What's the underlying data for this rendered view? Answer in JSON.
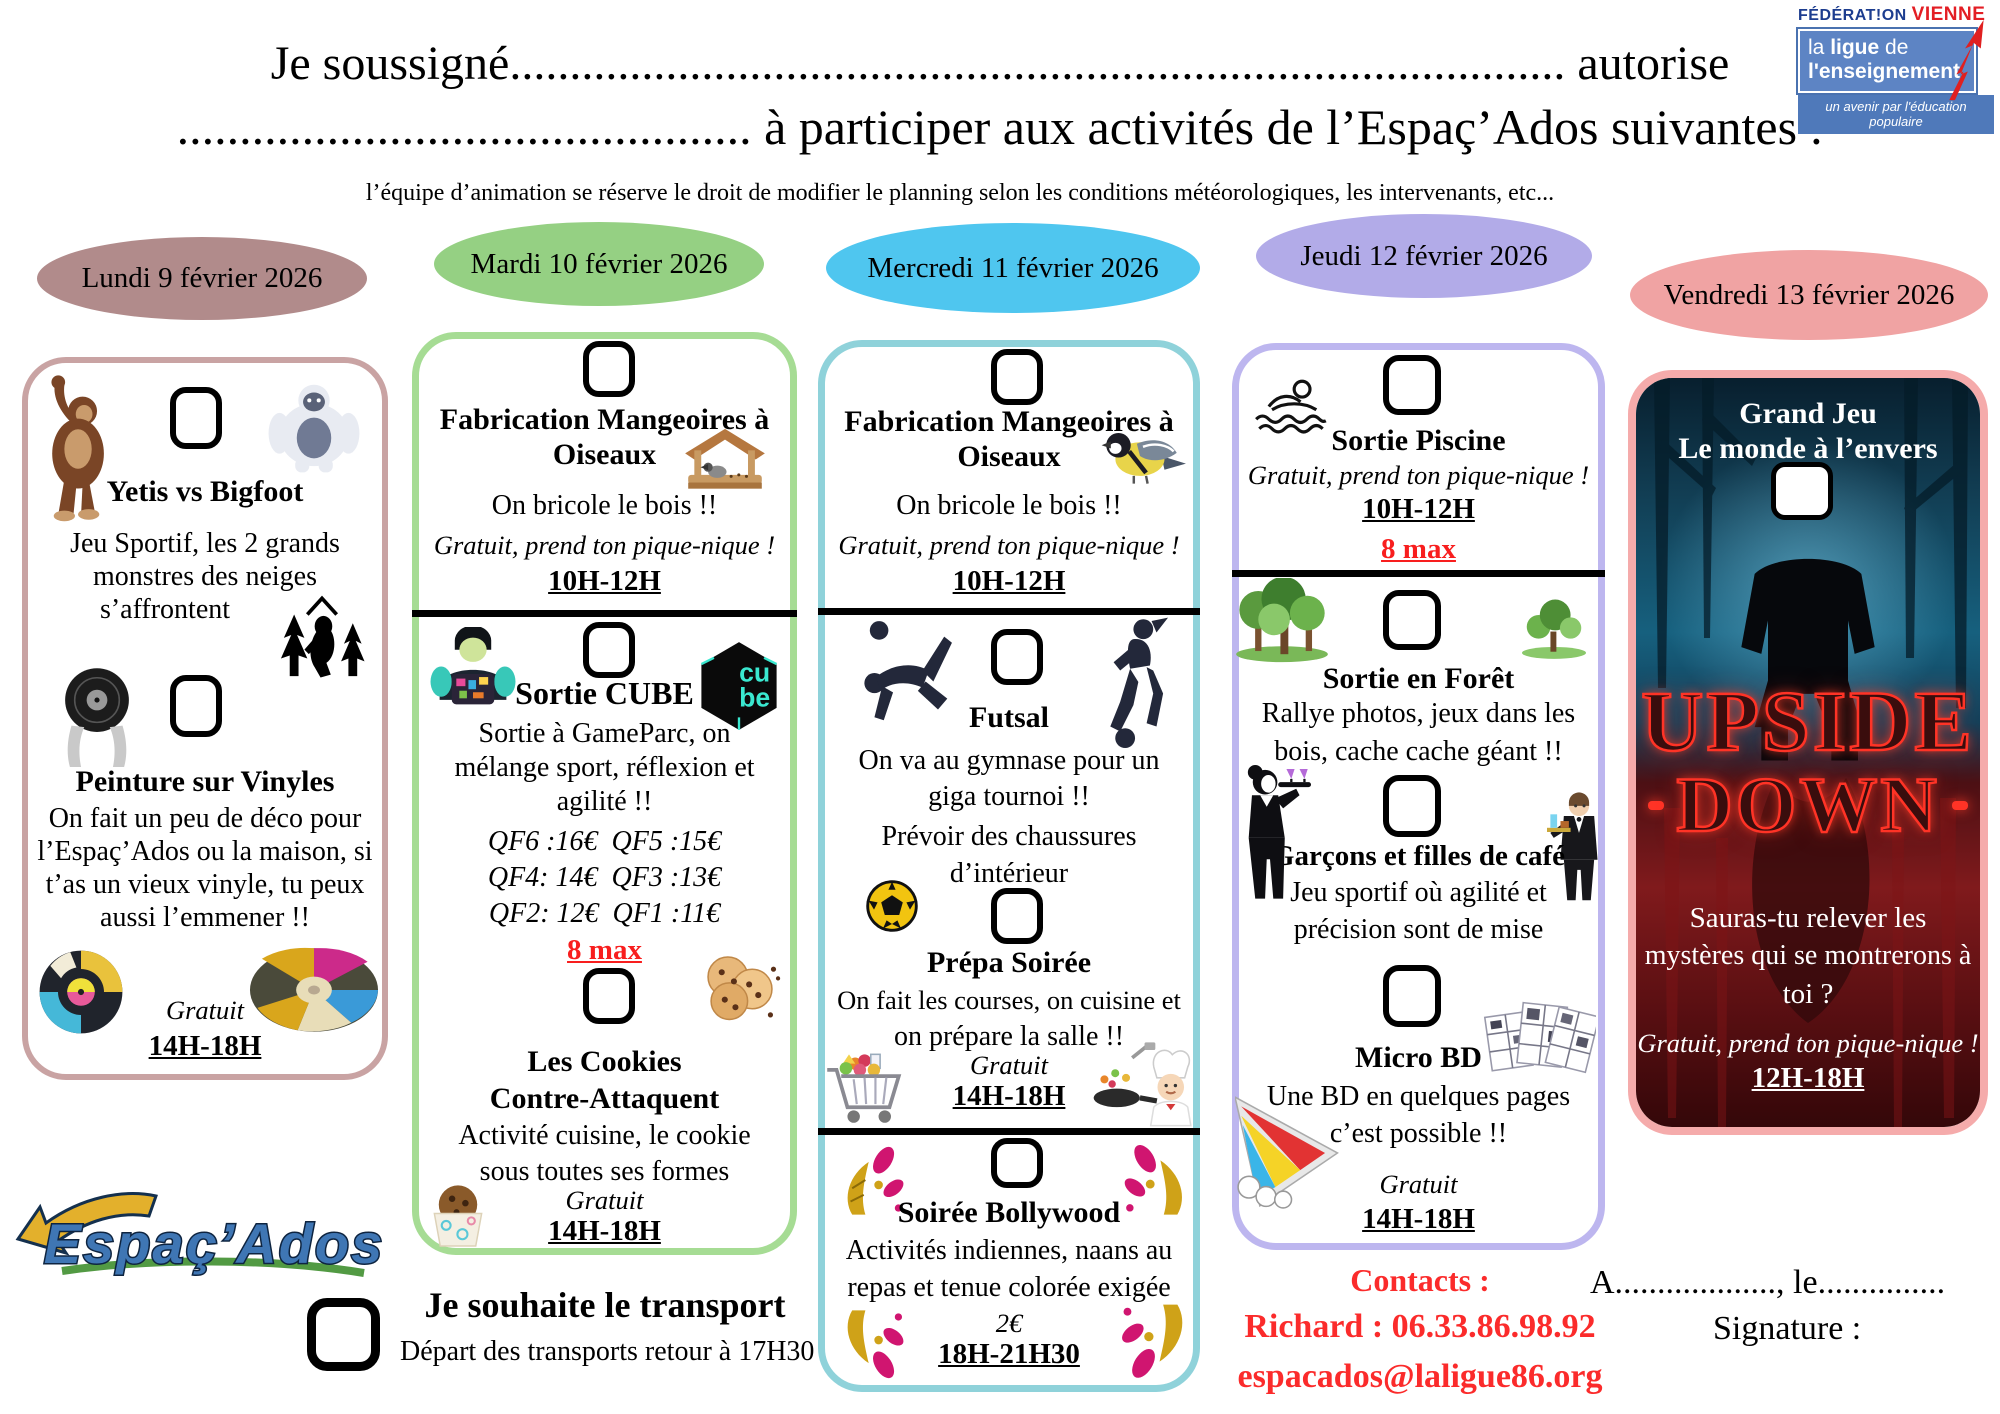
{
  "header": {
    "line1_label": "Je soussigné",
    "line1_dots": "........................................................................................",
    "line1_suffix": " autorise",
    "line2_dots": "..............................................",
    "line2_text": " à participer aux activités de l’Espaç’Ados suivantes :",
    "disclaimer": "l’équipe d’animation se réserve le droit de modifier le planning selon les conditions météorologiques, les intervenants, etc..."
  },
  "logo": {
    "federation": "FÉDÉRAT!ON",
    "city": "VIENNE",
    "name_pre": "la ",
    "name_bold": "ligue",
    "name_mid": " de",
    "name_line2": "l'enseignement",
    "tagline": "un avenir par l'éducation populaire"
  },
  "days": [
    {
      "label": "Lundi 9 février 2026",
      "fill": "#b18b8b",
      "border": "#c9a3a3"
    },
    {
      "label": "Mardi 10 février 2026",
      "fill": "#95d083",
      "border": "#a6dc94"
    },
    {
      "label": "Mercredi 11 février 2026",
      "fill": "#4fc6ef",
      "border": "#8fd2da"
    },
    {
      "label": "Jeudi 12 février 2026",
      "fill": "#b2abe8",
      "border": "#bdb6ef"
    },
    {
      "label": "Vendredi 13 février 2026",
      "fill": "#f0a3a3",
      "border": "#f5abab"
    }
  ],
  "monday": {
    "yetis": {
      "title": "Yetis vs Bigfoot",
      "desc_line1": "Jeu Sportif, les 2 grands",
      "desc_line2": "monstres des neiges",
      "desc_line3": "s’affrontent"
    },
    "vinyles": {
      "title": "Peinture sur Vinyles",
      "desc_line1": "On fait un peu de déco pour",
      "desc_line2": "l’Espaç’Ados ou la maison, si",
      "desc_line3": "t’as un vieux vinyle, tu peux",
      "desc_line4": "aussi l’emmener !!",
      "price": "Gratuit",
      "time": "14H-18H"
    }
  },
  "tuesday": {
    "mangeoires": {
      "title_line1": "Fabrication Mangeoires à",
      "title_line2": "Oiseaux",
      "desc": "On bricole le bois !!",
      "note": "Gratuit, prend ton pique-nique !",
      "time": "10H-12H"
    },
    "cube": {
      "title": "Sortie CUBE",
      "logo_top": "cu",
      "logo_bottom": "be",
      "desc_line1": "Sortie à GameParc, on",
      "desc_line2": "mélange sport, réflexion et",
      "desc_line3": "agilité !!",
      "qf_line1": "QF6 :16€  QF5 :15€",
      "qf_line2": "QF4: 14€  QF3 :13€",
      "qf_line3": "QF2: 12€  QF1 :11€",
      "max": "8 max"
    },
    "cookies": {
      "title_line1": "Les Cookies",
      "title_line2": "Contre-Attaquent",
      "desc_line1": "Activité cuisine, le cookie",
      "desc_line2": "sous toutes ses formes",
      "price": "Gratuit",
      "time": "14H-18H"
    }
  },
  "wednesday": {
    "mangeoires": {
      "title_line1": "Fabrication Mangeoires à",
      "title_line2": "Oiseaux",
      "desc": "On bricole le bois !!",
      "note": "Gratuit, prend ton pique-nique !",
      "time": "10H-12H"
    },
    "futsal": {
      "title": "Futsal",
      "desc_line1": "On va au gymnase pour un",
      "desc_line2": "giga tournoi !!",
      "desc_line3": "Prévoir des chaussures",
      "desc_line4": "d’intérieur"
    },
    "prepa": {
      "title": "Prépa Soirée",
      "desc_line1": "On fait les courses, on cuisine et",
      "desc_line2": "on prépare la salle !!",
      "price": "Gratuit",
      "time": "14H-18H"
    },
    "bollywood": {
      "title": "Soirée Bollywood",
      "desc_line1": "Activités indiennes, naans au",
      "desc_line2": "repas et tenue colorée exigée",
      "price": "2€",
      "time": "18H-21H30"
    }
  },
  "thursday": {
    "piscine": {
      "title": "Sortie Piscine",
      "note": "Gratuit, prend ton pique-nique !",
      "time": "10H-12H",
      "max": "8 max"
    },
    "foret": {
      "title": "Sortie en Forêt",
      "desc_line1": "Rallye photos, jeux dans les",
      "desc_line2": "bois, cache cache géant !!"
    },
    "cafe": {
      "title": "Garçons et filles de café",
      "desc_line1": "Jeu sportif où agilité et",
      "desc_line2": "précision sont de mise"
    },
    "microbd": {
      "title": "Micro BD",
      "desc_line1": "Une BD en quelques pages",
      "desc_line2": "c’est possible !!",
      "price": "Gratuit",
      "time": "14H-18H"
    }
  },
  "friday": {
    "title_line1": "Grand Jeu",
    "title_line2": "Le monde à l’envers",
    "poster_word1": "UPSIDE",
    "poster_word2": "DOWN",
    "desc_line1": "Sauras-tu relever les",
    "desc_line2": "mystères qui se montrerons à",
    "desc_line3": "toi ?",
    "note": "Gratuit, prend ton pique-nique !",
    "time": "12H-18H"
  },
  "footer": {
    "brand": "Espaç’Ados",
    "transport_title": "Je souhaite le transport",
    "transport_note": "Départ des transports retour à 17H30",
    "contacts_title": "Contacts :",
    "contact_phone": "Richard : 06.33.86.98.92",
    "contact_email": "espacados@laligue86.org",
    "place_date": "A..................., le...............",
    "signature_label": "Signature :"
  },
  "colors": {
    "accent_red": "#f81e1e",
    "contact_red": "#fb2b2b",
    "neon_red": "#ff3326",
    "logo_blue": "#5d84c4"
  },
  "icons": {
    "checkbox": "☐",
    "bigfoot-icon": "ape silhouette",
    "yeti-icon": "yeti",
    "vinyl-hands-icon": "hands holding record",
    "painted-vinyl-icon": "painted record",
    "birdhouse-icon": "bird feeder",
    "bird-icon": "great tit",
    "gamer-avatar-icon": "gamer",
    "cube-logo": "CUBE hexagon",
    "cookies-icon": "cookies",
    "cupcake-icon": "cookie cup",
    "futsal-player-icon": "soccer silhouette",
    "soccer-ball-icon": "⚽",
    "grocery-cart-icon": "🛒",
    "chef-icon": "cook with pan",
    "bollywood-splash-icon": "paint splashes",
    "swimmer-icon": "🏊",
    "forest-icon": "trees",
    "waitress-icon": "waitress silhouette",
    "butler-icon": "waiter",
    "comic-pages-icon": "comic pages",
    "comic-burst-icon": "comic burst",
    "boy-silhouette-icon": "standing boy",
    "federation-arrows-icon": "red arrows",
    "espacados-arrow-icon": "yellow arrow"
  }
}
